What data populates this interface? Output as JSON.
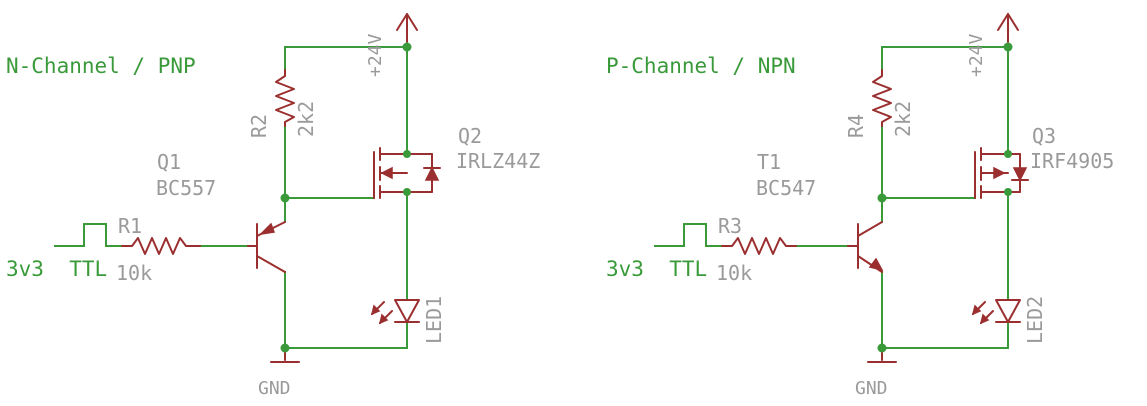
{
  "left": {
    "title": "N-Channel / PNP",
    "supply_label": "+24V",
    "resistor_pullup": {
      "ref": "R2",
      "value": "2k2"
    },
    "mosfet": {
      "ref": "Q2",
      "part": "IRLZ44Z"
    },
    "transistor": {
      "ref": "Q1",
      "part": "BC557"
    },
    "resistor_base": {
      "ref": "R1",
      "value": "10k"
    },
    "input_label": "3v3  TTL",
    "led": {
      "ref": "LED1"
    },
    "ground_label": "GND"
  },
  "right": {
    "title": "P-Channel / NPN",
    "supply_label": "+24V",
    "resistor_pullup": {
      "ref": "R4",
      "value": "2k2"
    },
    "mosfet": {
      "ref": "Q3",
      "part": "IRF4905"
    },
    "transistor": {
      "ref": "T1",
      "part": "BC547"
    },
    "resistor_base": {
      "ref": "R3",
      "value": "10k"
    },
    "input_label": "3v3  TTL",
    "led": {
      "ref": "LED2"
    },
    "ground_label": "GND"
  }
}
